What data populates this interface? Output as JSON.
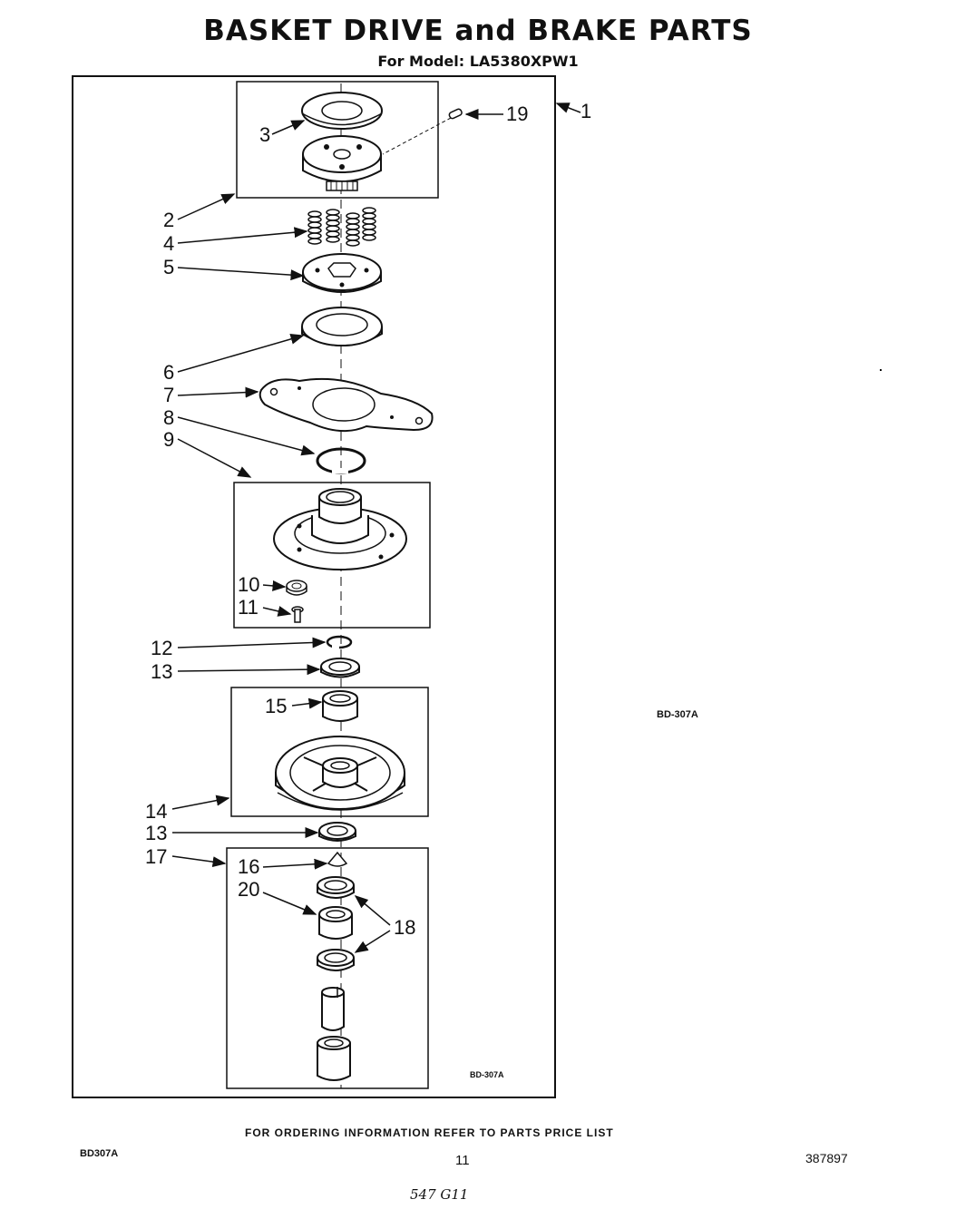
{
  "title": "BASKET DRIVE and BRAKE PARTS",
  "subtitle": "For Model: LA5380XPW1",
  "labels": {
    "l1": "1",
    "l2": "2",
    "l3": "3",
    "l4": "4",
    "l5": "5",
    "l6": "6",
    "l7": "7",
    "l8": "8",
    "l9": "9",
    "l10": "10",
    "l11": "11",
    "l12": "12",
    "l13a": "13",
    "l13b": "13",
    "l14": "14",
    "l15": "15",
    "l16": "16",
    "l17": "17",
    "l18": "18",
    "l19": "19",
    "l20": "20"
  },
  "ref_code_inner": "BD-307A",
  "ref_code_right": "BD-307A",
  "footer": "FOR ORDERING INFORMATION REFER TO PARTS PRICE LIST",
  "code_left": "BD307A",
  "page_number": "11",
  "doc_number": "387897",
  "handwritten_note": "547 G11"
}
